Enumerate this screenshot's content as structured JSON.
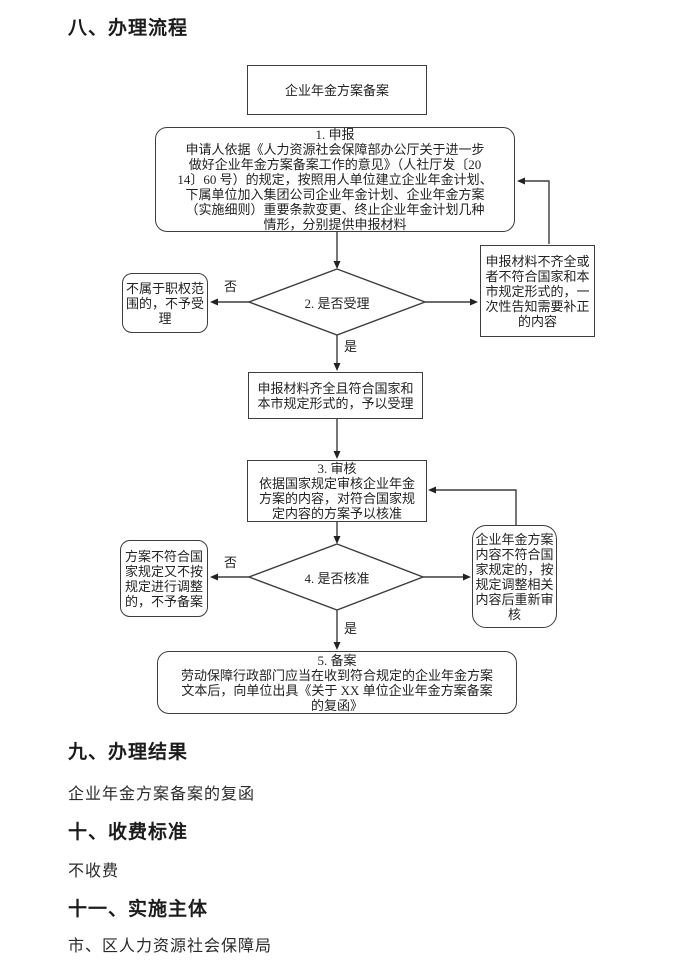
{
  "sections": {
    "s8": {
      "heading": "八、办理流程"
    },
    "s9": {
      "heading": "九、办理结果",
      "body": "企业年金方案备案的复函"
    },
    "s10": {
      "heading": "十、收费标准",
      "body": "不收费"
    },
    "s11": {
      "heading": "十一、实施主体",
      "body": "市、区人力资源社会保障局"
    }
  },
  "flowchart": {
    "colors": {
      "line": "#3d3d3d",
      "text": "#222222",
      "background": "#ffffff"
    },
    "start_box": {
      "label": "企业年金方案备案"
    },
    "step1_box": {
      "lines": [
        "1. 申报",
        "申请人依据《人力资源社会保障部办公厅关于进一步",
        "做好企业年金方案备案工作的意见》（人社厅发〔20",
        "14〕60 号）的规定，按照用人单位建立企业年金计划、",
        "下属单位加入集团公司企业年金计划、企业年金方案",
        "（实施细则）重要条款变更、终止企业年金计划几种",
        "情形，分别提供申报材料"
      ]
    },
    "decision2": {
      "label": "2. 是否受理",
      "no_label": "否",
      "yes_label": "是"
    },
    "reject2_box": {
      "lines": [
        "不属于职权范",
        "围的，不予受",
        "理"
      ]
    },
    "supplement_box": {
      "lines": [
        "申报材料不齐全或",
        "者不符合国家和本",
        "市规定形式的，一",
        "次性告知需要补正",
        "的内容"
      ]
    },
    "accept_box": {
      "lines": [
        "申报材料齐全且符合国家和",
        "本市规定形式的，予以受理"
      ]
    },
    "step3_box": {
      "lines": [
        "3. 审核",
        "依据国家规定审核企业年金",
        "方案的内容，对符合国家规",
        "定内容的方案予以核准"
      ]
    },
    "decision4": {
      "label": "4. 是否核准",
      "no_label": "否",
      "yes_label": "是"
    },
    "reject4_box": {
      "lines": [
        "方案不符合国",
        "家规定又不按",
        "规定进行调整",
        "的，不予备案"
      ]
    },
    "readjust_box": {
      "lines": [
        "企业年金方案",
        "内容不符合国",
        "家规定的，按",
        "规定调整相关",
        "内容后重新审",
        "核"
      ]
    },
    "step5_box": {
      "lines": [
        "5. 备案",
        "劳动保障行政部门应当在收到符合规定的企业年金方案",
        "文本后，向单位出具《关于 XX 单位企业年金方案备案",
        "的复函》"
      ]
    }
  }
}
